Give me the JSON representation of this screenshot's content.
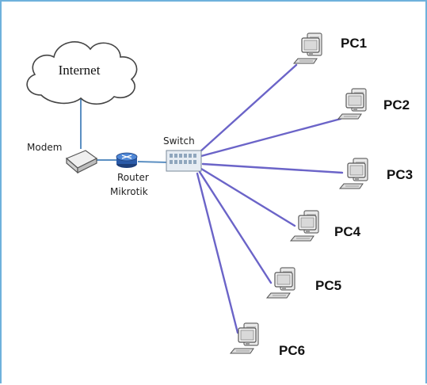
{
  "diagram": {
    "internet_label": "Internet",
    "modem_label": "Modem",
    "router_label_line1": "Router",
    "router_label_line2": "Mikrotik",
    "switch_label": "Switch",
    "pcs": [
      {
        "label": "PC1"
      },
      {
        "label": "PC2"
      },
      {
        "label": "PC3"
      },
      {
        "label": "PC4"
      },
      {
        "label": "PC5"
      },
      {
        "label": "PC6"
      }
    ]
  },
  "colors": {
    "frame_border": "#6fb1dc",
    "link_line": "#6b64c8",
    "uplink_line": "#5b8fc2",
    "router": "#2a5aa8"
  }
}
